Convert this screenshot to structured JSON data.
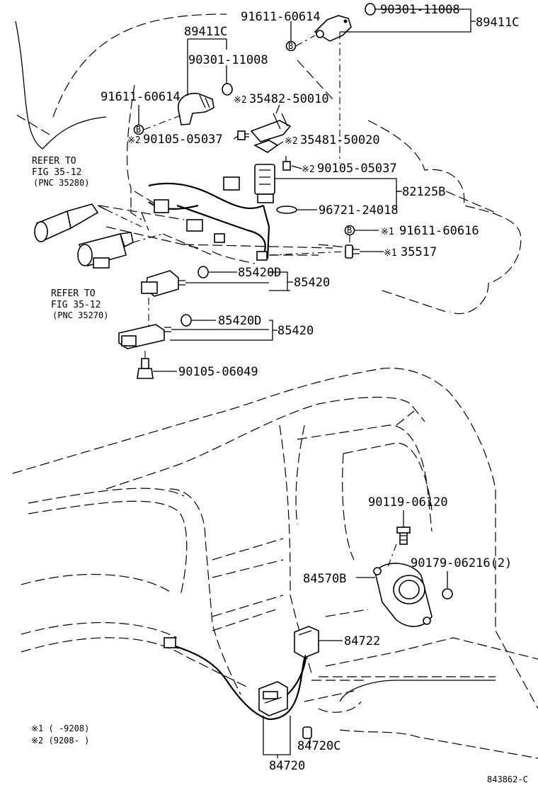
{
  "labels": {
    "l_89411c_left": "89411C",
    "l_90301_left": "90301-11008",
    "l_91611_left": "91611-60614",
    "l_35482": "35482-50010",
    "l_90105_05037_left": "90105-05037",
    "l_91611_top": "91611-60614",
    "l_90301_top": "90301-11008",
    "l_89411c_right": "89411C",
    "l_35481": "35481-50020",
    "l_90105_05037_right": "90105-05037",
    "l_82125b": "82125B",
    "l_96721": "96721-24018",
    "l_91611_60616": "91611-60616",
    "l_35517": "35517",
    "l_85420d_a": "85420D",
    "l_85420_a": "85420",
    "l_85420d_b": "85420D",
    "l_85420_b": "85420",
    "l_90105_06049": "90105-06049",
    "l_90119": "90119-06120",
    "l_90179": "90179-06216(2)",
    "l_84570b": "84570B",
    "l_84722": "84722",
    "l_84720c": "84720C",
    "l_84720": "84720",
    "refer_a_1": "REFER TO",
    "refer_a_2": "FIG 35-12",
    "refer_a_3": "(PNC 35280)",
    "refer_b_1": "REFER TO",
    "refer_b_2": "FIG 35-12",
    "refer_b_3": "(PNC 35270)",
    "mark_1": "※1",
    "mark_2": "※2",
    "bolt_b": "B",
    "legend_1": "※1 (     -9208)",
    "legend_2": "※2 (9208-     )",
    "figure_id": "843862-C"
  }
}
